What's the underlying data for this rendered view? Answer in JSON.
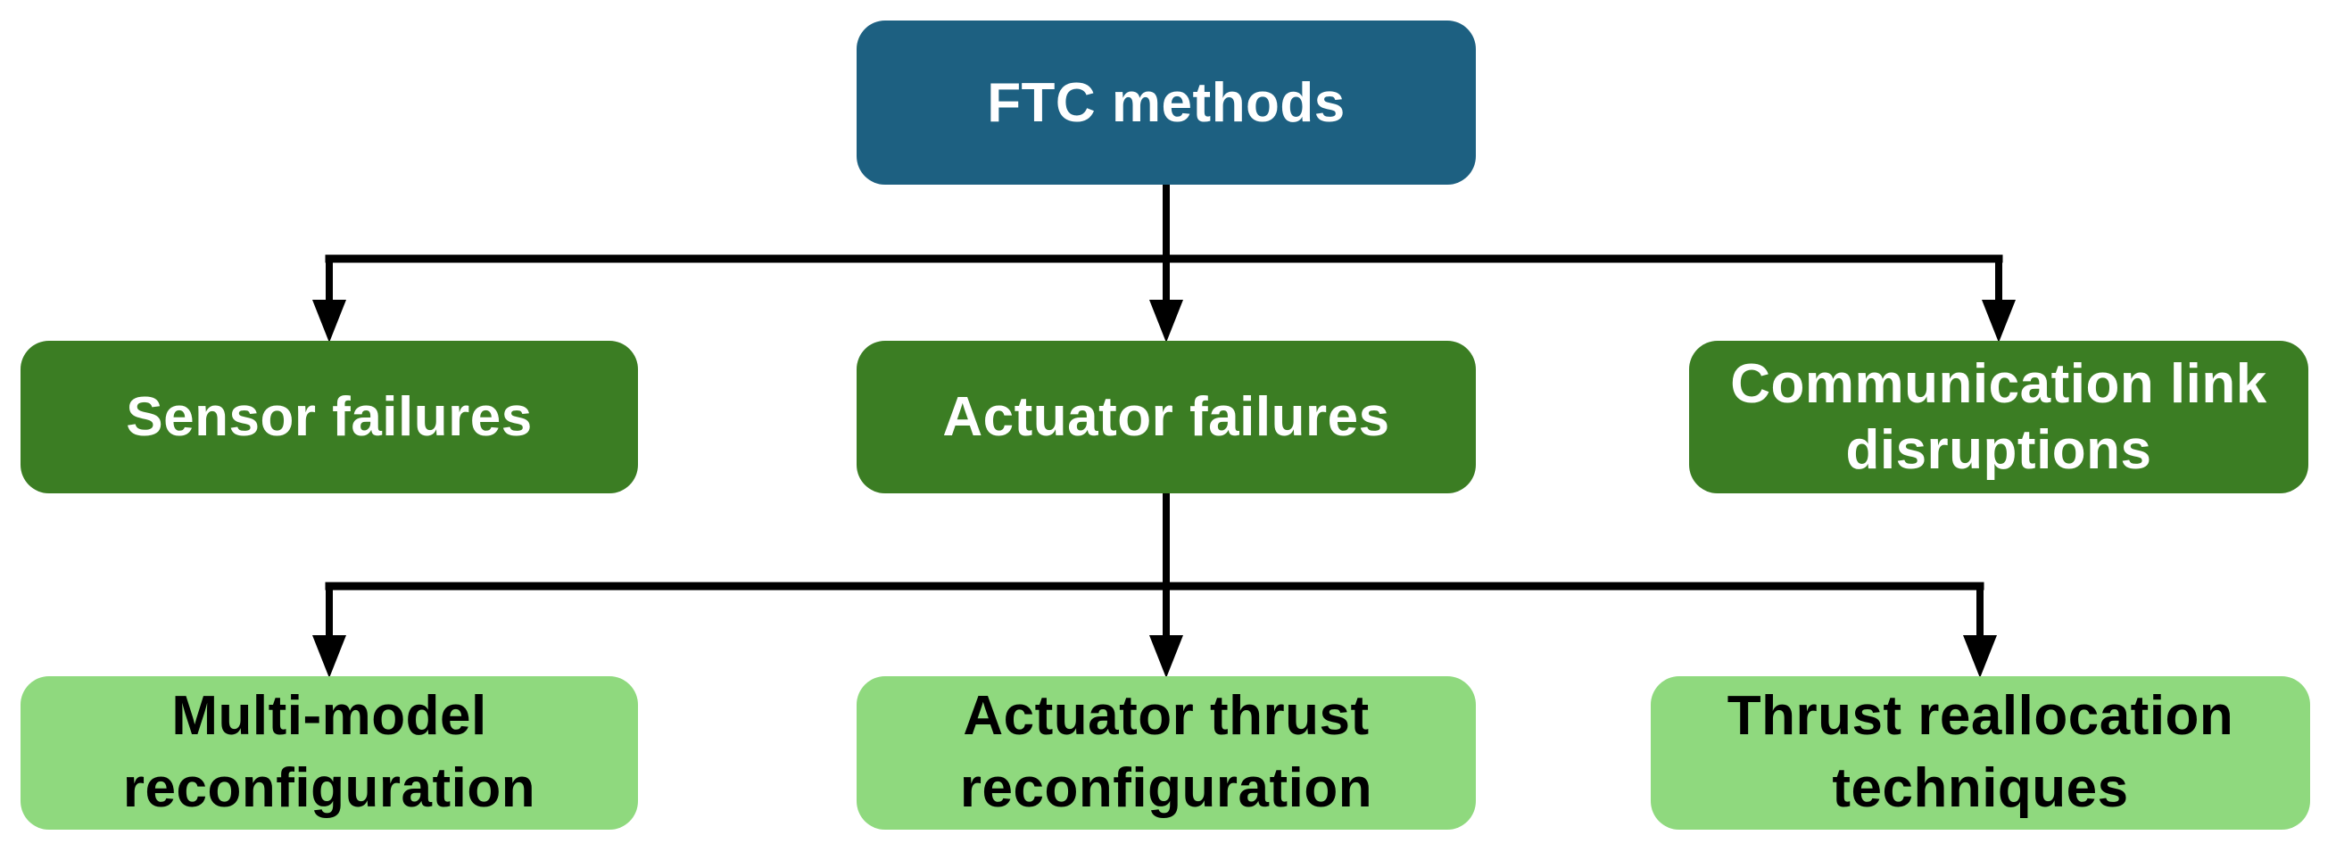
{
  "diagram": {
    "title_node": "FTC methods",
    "nodes": {
      "root": {
        "id": "ftc-methods",
        "label": "FTC methods"
      },
      "level2": [
        {
          "id": "sensor-failures",
          "label": "Sensor failures"
        },
        {
          "id": "actuator-failures",
          "label": "Actuator failures"
        },
        {
          "id": "communication-link-disruptions",
          "label": "Communication link disruptions"
        }
      ],
      "level3": [
        {
          "id": "multi-model-reconfiguration",
          "label": "Multi-model reconfiguration"
        },
        {
          "id": "actuator-thrust-reconfiguration",
          "label": "Actuator thrust reconfiguration"
        },
        {
          "id": "thrust-reallocation-techniques",
          "label": "Thrust reallocation techniques"
        }
      ]
    },
    "edges": [
      {
        "from": "ftc-methods",
        "to": "sensor-failures"
      },
      {
        "from": "ftc-methods",
        "to": "actuator-failures"
      },
      {
        "from": "ftc-methods",
        "to": "communication-link-disruptions"
      },
      {
        "from": "actuator-failures",
        "to": "multi-model-reconfiguration"
      },
      {
        "from": "actuator-failures",
        "to": "actuator-thrust-reconfiguration"
      },
      {
        "from": "actuator-failures",
        "to": "thrust-reallocation-techniques"
      }
    ],
    "colors": {
      "root_bg": "#1d6081",
      "root_text": "#ffffff",
      "level2_bg": "#3b7d23",
      "level2_text": "#ffffff",
      "level3_bg": "#8fd97e",
      "level3_text": "#000000",
      "connector": "#000000",
      "background": "#ffffff"
    }
  }
}
